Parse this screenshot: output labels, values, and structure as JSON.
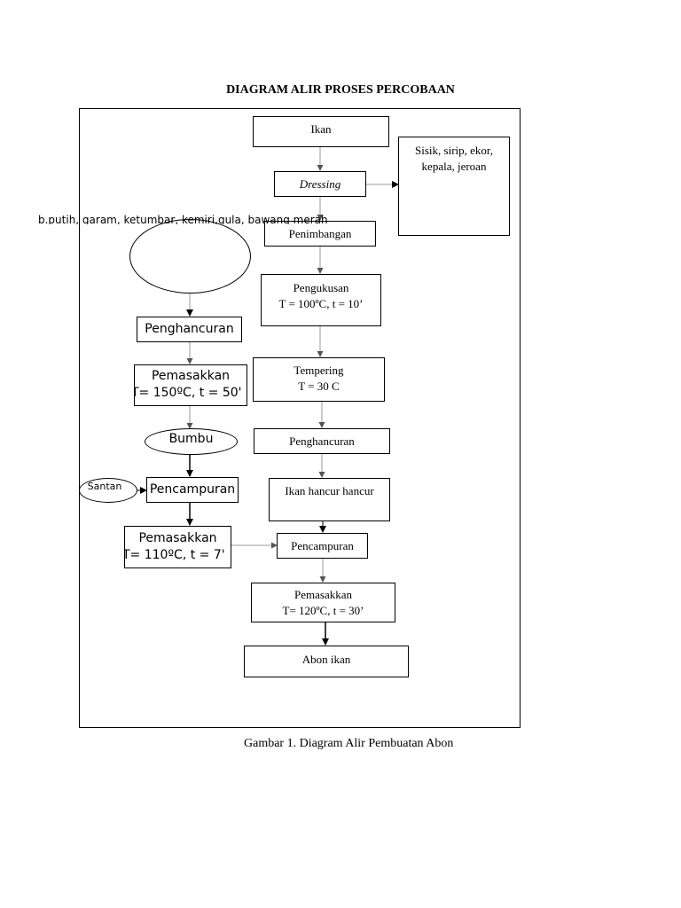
{
  "title": "DIAGRAM ALIR PROSES PERCOBAAN",
  "caption": "Gambar 1. Diagram Alir Pembuatan Abon",
  "main_flow": {
    "ikan": "Ikan",
    "dressing": "Dressing",
    "waste": [
      "Sisik, sirip, ekor,",
      "kepala, jeroan"
    ],
    "penimbangan": "Penimbangan",
    "pengukusan": [
      "Pengukusan",
      "T = 100ºC, t = 10’"
    ],
    "tempering": [
      "Tempering",
      "T = 30 C"
    ],
    "penghancuran": "Penghancuran",
    "ikan_hancur": "Ikan hancur hancur",
    "pencampuran": "Pencampuran",
    "pemasakkan": [
      "Pemasakkan",
      "T= 120ºC, t = 30’"
    ],
    "abon": "Abon ikan"
  },
  "spice_flow": {
    "ingredients": "b.putih, garam, ketumbar, kemiri,gula, bawang merah",
    "penghancuran": "Penghancuran",
    "pemasakkan1": [
      "Pemasakkan",
      "T= 150ºC, t = 50'"
    ],
    "bumbu": "Bumbu",
    "santan": "Santan",
    "pencampuran": "Pencampuran",
    "pemasakkan2": [
      "Pemasakkan",
      "T= 110ºC, t = 7'"
    ]
  }
}
